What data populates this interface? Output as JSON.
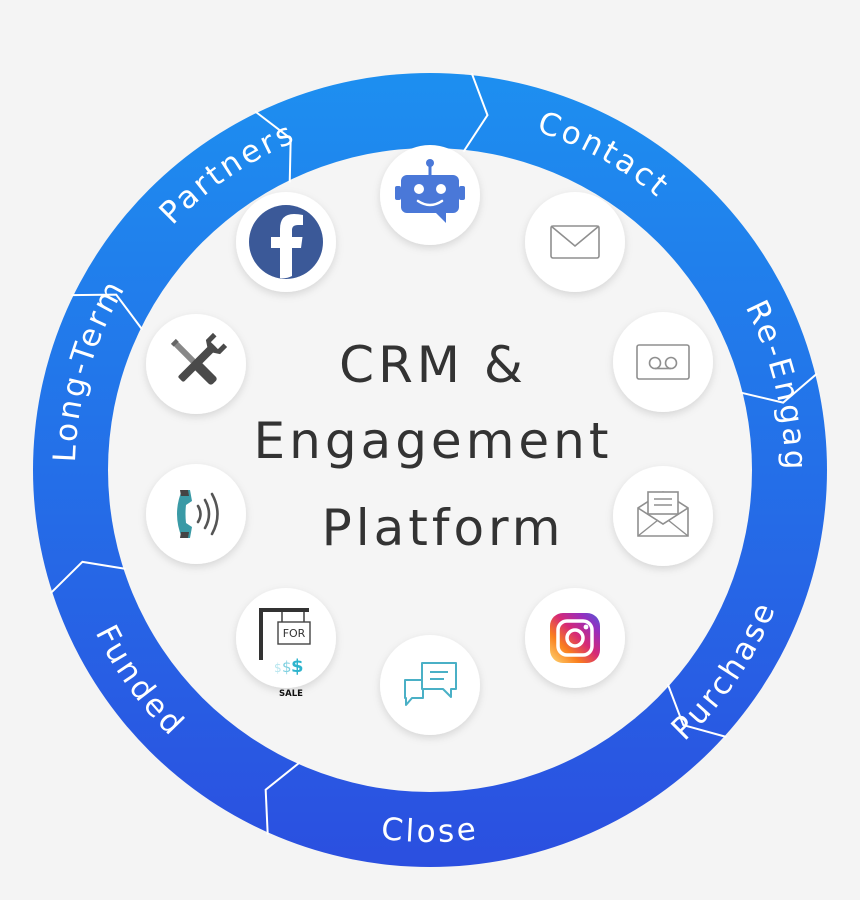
{
  "center": {
    "line1": "CRM &",
    "line2": "Engagement",
    "line3": "Platform"
  },
  "stages": [
    {
      "label": "Contact",
      "side": "top"
    },
    {
      "label": "Re-Engage",
      "side": "top"
    },
    {
      "label": "Purchase",
      "side": "bottom"
    },
    {
      "label": "Close",
      "side": "bottom"
    },
    {
      "label": "Funded",
      "side": "bottom"
    },
    {
      "label": "Long-Term",
      "side": "top"
    },
    {
      "label": "Partners",
      "side": "top"
    }
  ],
  "icons": [
    {
      "name": "chatbot-icon"
    },
    {
      "name": "email-icon"
    },
    {
      "name": "voicemail-icon"
    },
    {
      "name": "newsletter-icon"
    },
    {
      "name": "instagram-icon"
    },
    {
      "name": "chat-bubbles-icon"
    },
    {
      "name": "for-sale-sign-icon",
      "text_top": "FOR",
      "text_bottom": "SALE"
    },
    {
      "name": "phone-call-icon"
    },
    {
      "name": "tools-icon"
    },
    {
      "name": "facebook-icon"
    }
  ],
  "colors": {
    "ring_light": "#1d8ff0",
    "ring_dark": "#2b4fe0",
    "background": "#f4f4f4",
    "inner": "#f5f5f5",
    "center_text": "#333333",
    "facebook": "#3b5998",
    "chatbot": "#4a78d8"
  }
}
